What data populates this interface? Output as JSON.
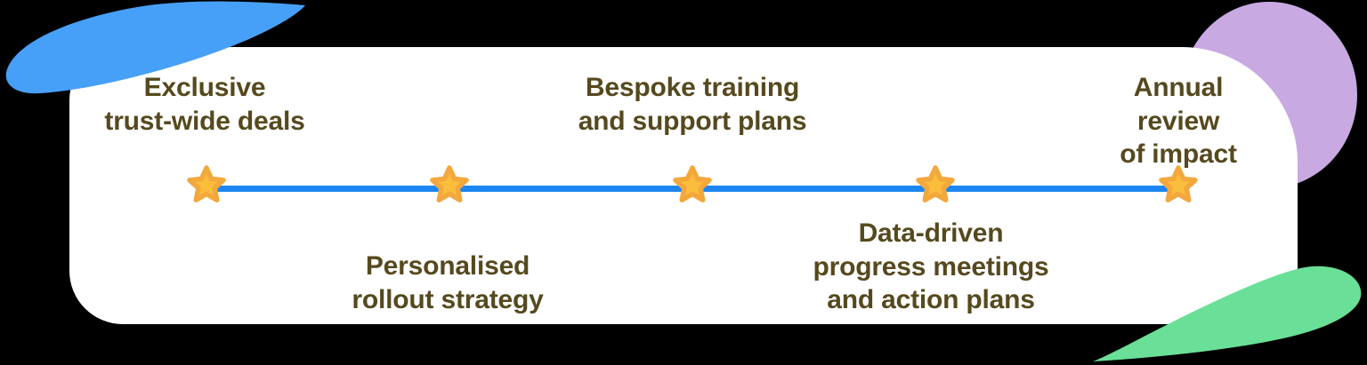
{
  "infographic": {
    "type": "timeline",
    "milestones": [
      {
        "label": "Exclusive\ntrust-wide deals",
        "side": "above",
        "marker": "star-icon"
      },
      {
        "label": "Personalised\nrollout strategy",
        "side": "below",
        "marker": "star-icon"
      },
      {
        "label": "Bespoke training\nand support plans",
        "side": "above",
        "marker": "star-icon"
      },
      {
        "label": "Data-driven\nprogress meetings\nand action plans",
        "side": "below",
        "marker": "star-icon"
      },
      {
        "label": "Annual review\nof impact",
        "side": "above",
        "marker": "star-icon"
      }
    ]
  },
  "colors": {
    "background": "#000000",
    "card": "#ffffff",
    "line": "#1c86f2",
    "star_fill": "#fbbd3c",
    "star_stroke": "#f3a83d",
    "text": "#56491e",
    "blob_blue": "#47a0f7",
    "blob_purple": "#c8a9e2",
    "blob_green": "#6adf97"
  }
}
